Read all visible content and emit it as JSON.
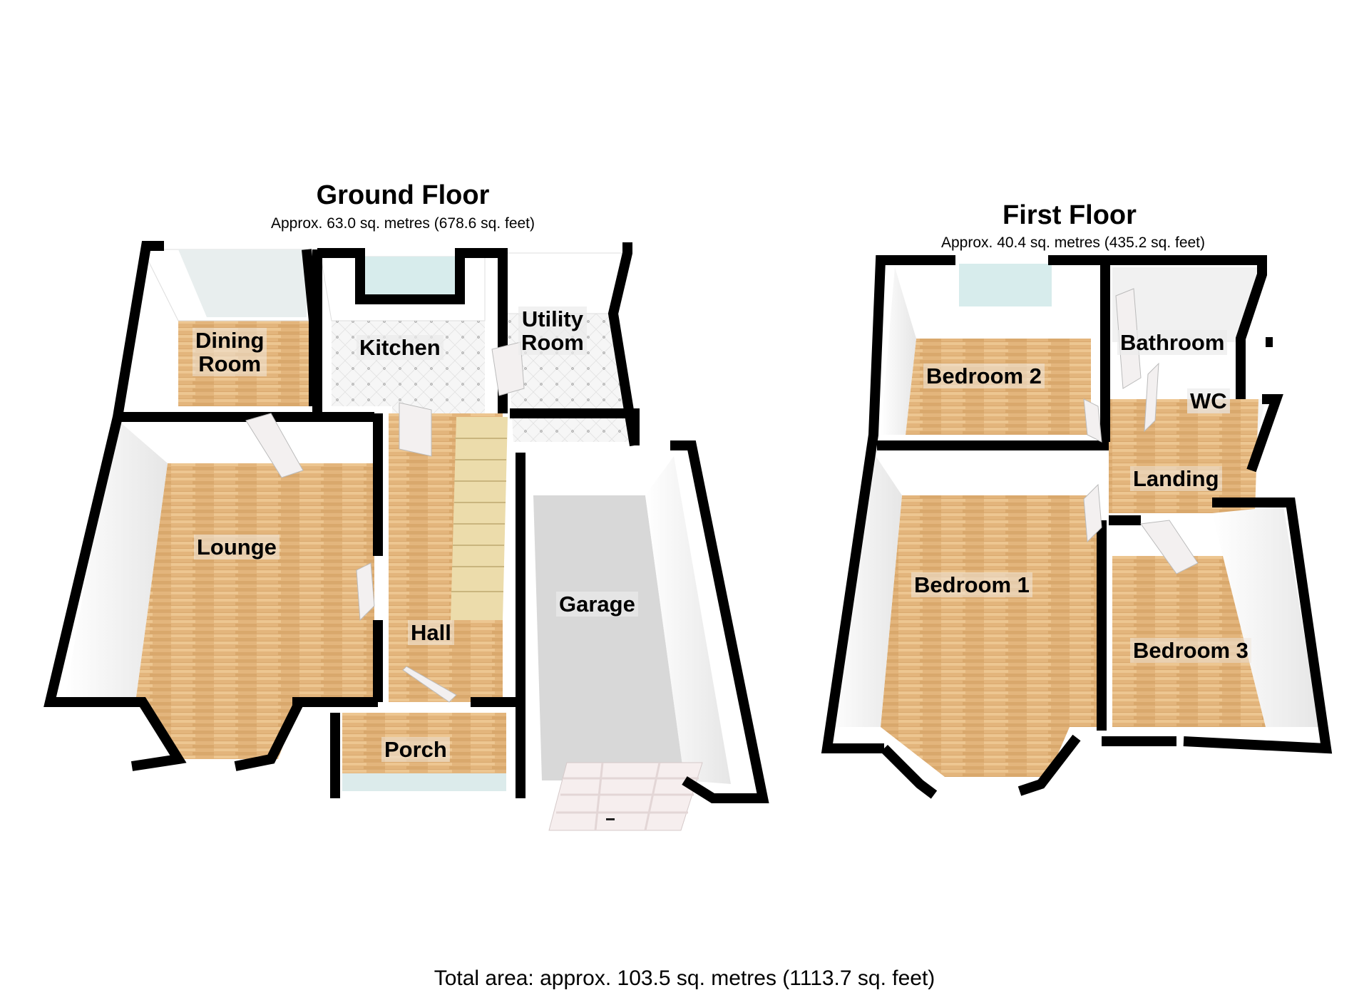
{
  "ground_floor": {
    "title": "Ground Floor",
    "area": "Approx. 63.0 sq. metres (678.6 sq. feet)",
    "rooms": [
      {
        "name": "Dining Room",
        "line1": "Dining",
        "line2": "Room"
      },
      {
        "name": "Kitchen",
        "line1": "Kitchen"
      },
      {
        "name": "Utility Room",
        "line1": "Utility",
        "line2": "Room"
      },
      {
        "name": "Lounge",
        "line1": "Lounge"
      },
      {
        "name": "Hall",
        "line1": "Hall"
      },
      {
        "name": "Porch",
        "line1": "Porch"
      },
      {
        "name": "Garage",
        "line1": "Garage"
      }
    ]
  },
  "first_floor": {
    "title": "First Floor",
    "area": "Approx. 40.4 sq. metres (435.2 sq. feet)",
    "rooms": [
      {
        "name": "Bedroom 2",
        "line1": "Bedroom 2"
      },
      {
        "name": "Bathroom",
        "line1": "Bathroom"
      },
      {
        "name": "WC",
        "line1": "WC"
      },
      {
        "name": "Landing",
        "line1": "Landing"
      },
      {
        "name": "Bedroom 1",
        "line1": "Bedroom 1"
      },
      {
        "name": "Bedroom 3",
        "line1": "Bedroom 3"
      }
    ]
  },
  "total_area": "Total area: approx. 103.5 sq. metres (1113.7 sq. feet)",
  "colors": {
    "wall": "#000000",
    "inner_wall": "#ffffff",
    "wood_floor": "#e2b47a",
    "tile_floor": "#f4f4f4",
    "garage_floor": "#d9d9d9",
    "window": "#cfe6e6",
    "stairs": "#ead9a8"
  }
}
